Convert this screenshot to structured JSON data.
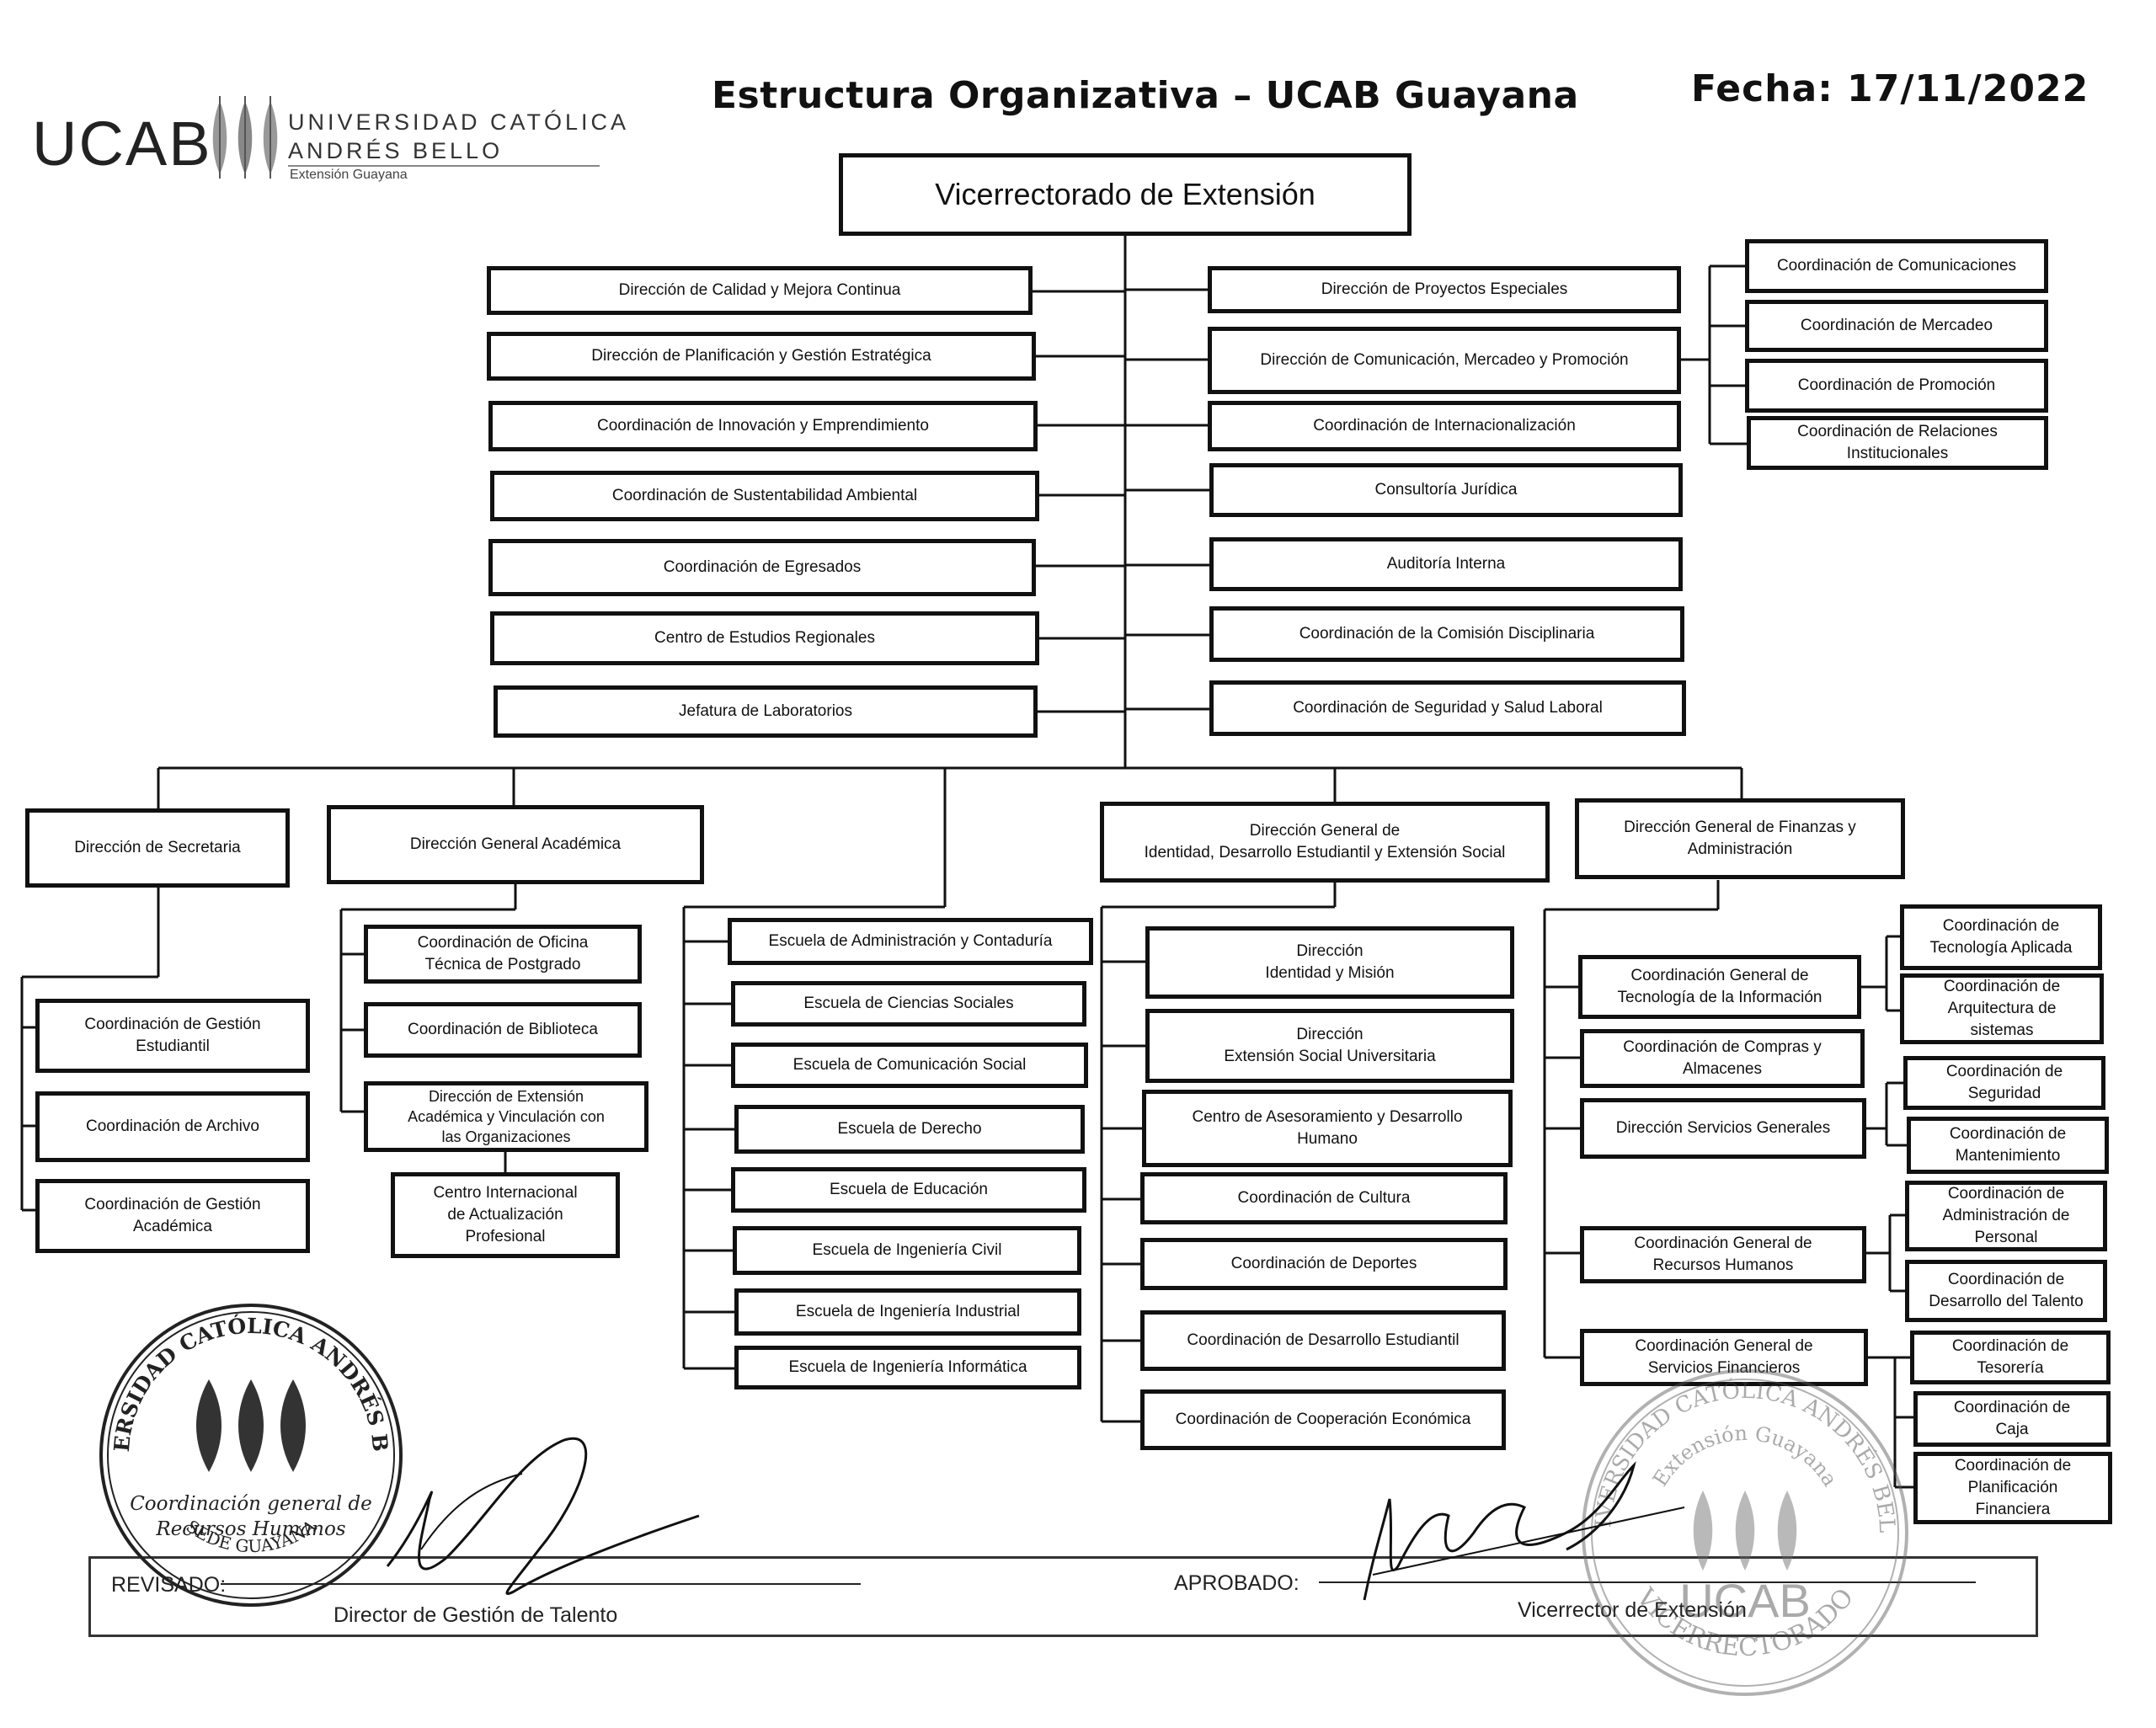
{
  "header": {
    "logo_wordmark": "UCAB",
    "logo_line1": "UNIVERSIDAD CATÓLICA",
    "logo_line2": "ANDRÉS BELLO",
    "logo_line3": "Extensión Guayana",
    "title": "Estructura Organizativa – UCAB Guayana",
    "date": "Fecha: 17/11/2022"
  },
  "org": {
    "root": "Vicerrectorado de Extensión",
    "left_units": [
      "Dirección de Calidad y Mejora Continua",
      "Dirección de Planificación y Gestión Estratégica",
      "Coordinación de Innovación y Emprendimiento",
      "Coordinación de Sustentabilidad Ambiental",
      "Coordinación de Egresados",
      "Centro de Estudios Regionales",
      "Jefatura de Laboratorios"
    ],
    "right_units": [
      "Dirección de Proyectos Especiales",
      "Dirección de Comunicación, Mercadeo y Promoción",
      "Coordinación de Internacionalización",
      "Consultoría Jurídica",
      "Auditoría Interna",
      "Coordinación de la Comisión Disciplinaria",
      "Coordinación de Seguridad y Salud Laboral"
    ],
    "comunicacion_children": [
      "Coordinación de Comunicaciones",
      "Coordinación de Mercadeo",
      "Coordinación de Promoción",
      "Coordinación de Relaciones\nInstitucionales"
    ],
    "secretaria": {
      "title": "Dirección de Secretaria",
      "children": [
        "Coordinación de Gestión\nEstudiantil",
        "Coordinación de Archivo",
        "Coordinación de Gestión\nAcadémica"
      ]
    },
    "academica": {
      "title": "Dirección General Académica",
      "children": [
        "Coordinación de Oficina\nTécnica de Postgrado",
        "Coordinación de Biblioteca",
        "Dirección de Extensión\nAcadémica y Vinculación con\nlas Organizaciones"
      ],
      "grandchild": "Centro Internacional\nde Actualización\nProfesional"
    },
    "escuelas": [
      "Escuela de Administración y Contaduría",
      "Escuela de Ciencias Sociales",
      "Escuela de Comunicación Social",
      "Escuela de Derecho",
      "Escuela de Educación",
      "Escuela de Ingeniería Civil",
      "Escuela de Ingeniería Industrial",
      "Escuela de  Ingeniería Informática"
    ],
    "identidad": {
      "title": "Dirección General de\nIdentidad, Desarrollo Estudiantil y Extensión Social",
      "children": [
        "Dirección\nIdentidad  y Misión",
        "Dirección\nExtensión Social Universitaria",
        "Centro de Asesoramiento y Desarrollo\nHumano",
        "Coordinación de  Cultura",
        "Coordinación de Deportes",
        "Coordinación de Desarrollo Estudiantil",
        "Coordinación de Cooperación Económica"
      ]
    },
    "finanzas": {
      "title": "Dirección General de Finanzas y\nAdministración",
      "children": [
        "Coordinación General de\nTecnología de la Información",
        "Coordinación de Compras y\nAlmacenes",
        "Dirección Servicios Generales",
        "Coordinación General de\nRecursos Humanos",
        "Coordinación General de\nServicios Financieros"
      ],
      "ti_children": [
        "Coordinación de\nTecnología Aplicada",
        "Coordinación de\nArquitectura de\nsistemas"
      ],
      "sg_children": [
        "Coordinación de\nSeguridad",
        "Coordinación de\nMantenimiento"
      ],
      "rh_children": [
        "Coordinación de\nAdministración de\nPersonal",
        "Coordinación de\nDesarrollo del Talento"
      ],
      "sf_children": [
        "Coordinación de\nTesorería",
        "Coordinación de\nCaja",
        "Coordinación de\nPlanificación\nFinanciera"
      ]
    }
  },
  "footer": {
    "revisado_label": "REVISADO:",
    "revisado_role": "Director de Gestión de Talento",
    "aprobado_label": "APROBADO:",
    "aprobado_role": "Vicerrector de Extensión"
  },
  "stamps": {
    "left_ring": "UNIVERSIDAD CATÓLICA ANDRÉS BELLO",
    "left_bottom": "SEDE GUAYANA",
    "left_center_1": "Coordinación general de",
    "left_center_2": "Recursos Humanos",
    "right_ring": "UNIVERSIDAD CATÓLICA ANDRÉS BELLO",
    "right_sub": "Extensión Guayana",
    "right_word": "UCAB",
    "right_bottom": "VICERRECTORADO"
  }
}
